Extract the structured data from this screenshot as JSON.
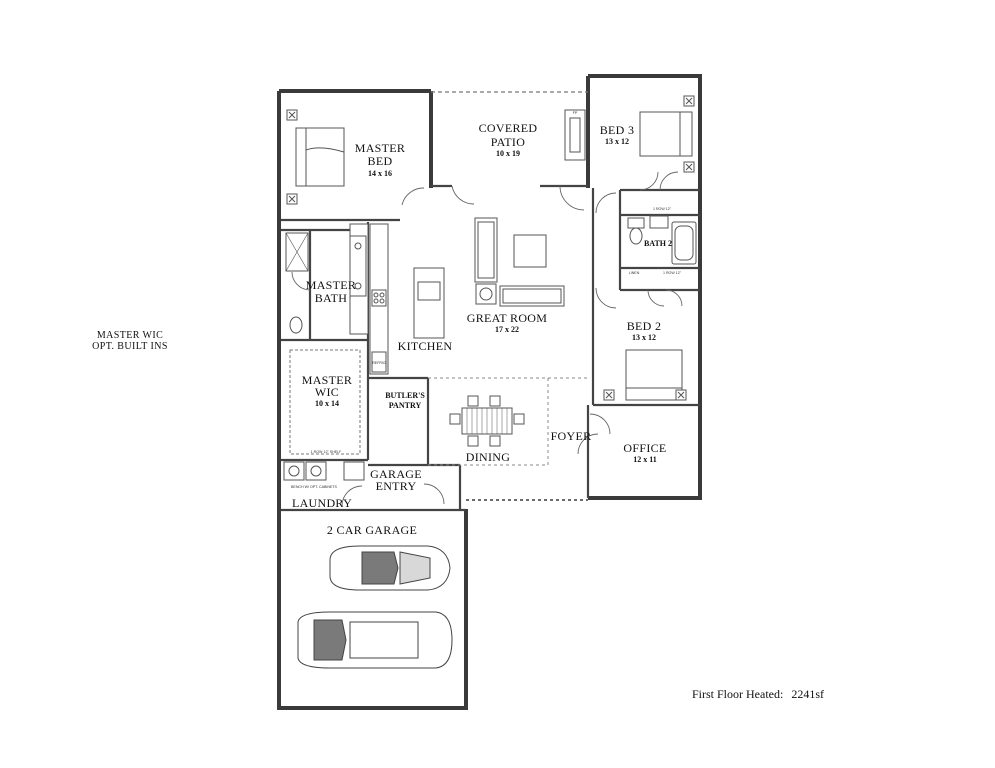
{
  "side_note": {
    "line1": "MASTER WIC",
    "line2": "OPT. BUILT INS"
  },
  "area": {
    "label": "First Floor Heated:",
    "value": "2241sf"
  },
  "rooms": {
    "master_bed": {
      "name1": "MASTER",
      "name2": "BED",
      "dim": "14 x 16"
    },
    "covered_patio": {
      "name1": "COVERED",
      "name2": "PATIO",
      "dim": "10 x 19"
    },
    "bed3": {
      "name": "BED 3",
      "dim": "13 x 12"
    },
    "bath2": {
      "name": "BATH 2"
    },
    "master_bath": {
      "name1": "MASTER",
      "name2": "BATH"
    },
    "great_room": {
      "name": "GREAT ROOM",
      "dim": "17 x 22"
    },
    "kitchen": {
      "name": "KITCHEN"
    },
    "bed2": {
      "name": "BED 2",
      "dim": "13 x 12"
    },
    "master_wic": {
      "name1": "MASTER",
      "name2": "WIC",
      "dim": "10 x 14"
    },
    "butlers_pantry": {
      "name1": "BUTLER'S",
      "name2": "PANTRY"
    },
    "foyer": {
      "name": "FOYER"
    },
    "office": {
      "name": "OFFICE",
      "dim": "12 x 11"
    },
    "dining": {
      "name": "DINING"
    },
    "garage_entry": {
      "name1": "GARAGE",
      "name2": "ENTRY"
    },
    "laundry": {
      "name": "LAUNDRY"
    },
    "garage": {
      "name": "2 CAR GARAGE"
    }
  },
  "fixture_labels": {
    "shelf_rod_bed3": "1 ROW 12\"",
    "shelf_rod_bed2": "1 ROW 12\"",
    "wic_rod": "1 ROW 12\" SHELF",
    "linen": "LINEN",
    "fridge": "REFRIG",
    "fireplace": "FP",
    "laundry_bench": "BENCH W/ OPT. CABINETS"
  },
  "colors": {
    "wall": "#3a3a3a",
    "line": "#555555",
    "fill": "#ffffff",
    "car_glass": "#7a7a7a"
  }
}
